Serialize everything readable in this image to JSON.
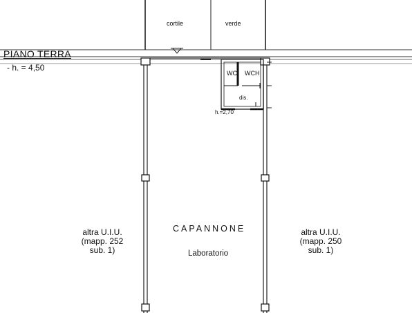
{
  "floor": {
    "title": "PIANO TERRA",
    "height": "- h. = 4,50"
  },
  "rooms": {
    "courtyard_left": "cortile",
    "courtyard_right": "verde",
    "wc": "WC",
    "wch": "WCH",
    "dis": "dis.",
    "service_height": "h.=2,70",
    "main_title": "CAPANNONE",
    "main_subtitle": "Laboratorio"
  },
  "neighbors": {
    "left": [
      "altra U.I.U.",
      "(mapp. 252",
      "sub. 1)"
    ],
    "right": [
      "altra U.I.U.",
      "(mapp. 250",
      "sub. 1)"
    ]
  }
}
